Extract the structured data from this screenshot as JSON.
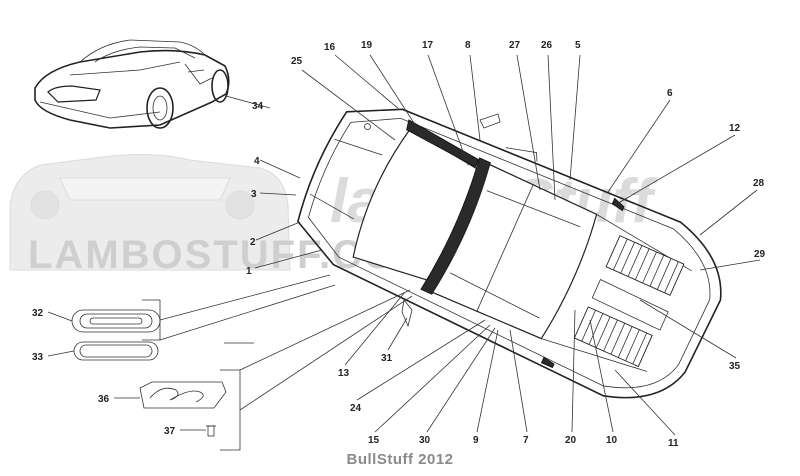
{
  "watermark": {
    "brand": "LAMBOSTUFF.COM",
    "logo_text": "lamboStuff",
    "color": "#cfcfcf"
  },
  "caption": "BullStuff 2012",
  "callouts": [
    {
      "id": "c1",
      "label": "1"
    },
    {
      "id": "c2",
      "label": "2"
    },
    {
      "id": "c3",
      "label": "3"
    },
    {
      "id": "c4",
      "label": "4"
    },
    {
      "id": "c5",
      "label": "5"
    },
    {
      "id": "c6",
      "label": "6"
    },
    {
      "id": "c7",
      "label": "7"
    },
    {
      "id": "c8",
      "label": "8"
    },
    {
      "id": "c9",
      "label": "9"
    },
    {
      "id": "c10",
      "label": "10"
    },
    {
      "id": "c11",
      "label": "11"
    },
    {
      "id": "c12",
      "label": "12"
    },
    {
      "id": "c13",
      "label": "13"
    },
    {
      "id": "c15",
      "label": "15"
    },
    {
      "id": "c16",
      "label": "16"
    },
    {
      "id": "c17",
      "label": "17"
    },
    {
      "id": "c19",
      "label": "19"
    },
    {
      "id": "c20",
      "label": "20"
    },
    {
      "id": "c24",
      "label": "24"
    },
    {
      "id": "c25",
      "label": "25"
    },
    {
      "id": "c26",
      "label": "26"
    },
    {
      "id": "c27",
      "label": "27"
    },
    {
      "id": "c28",
      "label": "28"
    },
    {
      "id": "c29",
      "label": "29"
    },
    {
      "id": "c30",
      "label": "30"
    },
    {
      "id": "c31",
      "label": "31"
    },
    {
      "id": "c32",
      "label": "32"
    },
    {
      "id": "c33",
      "label": "33"
    },
    {
      "id": "c34",
      "label": "34"
    },
    {
      "id": "c35",
      "label": "35"
    },
    {
      "id": "c36",
      "label": "36"
    },
    {
      "id": "c37",
      "label": "37"
    }
  ]
}
